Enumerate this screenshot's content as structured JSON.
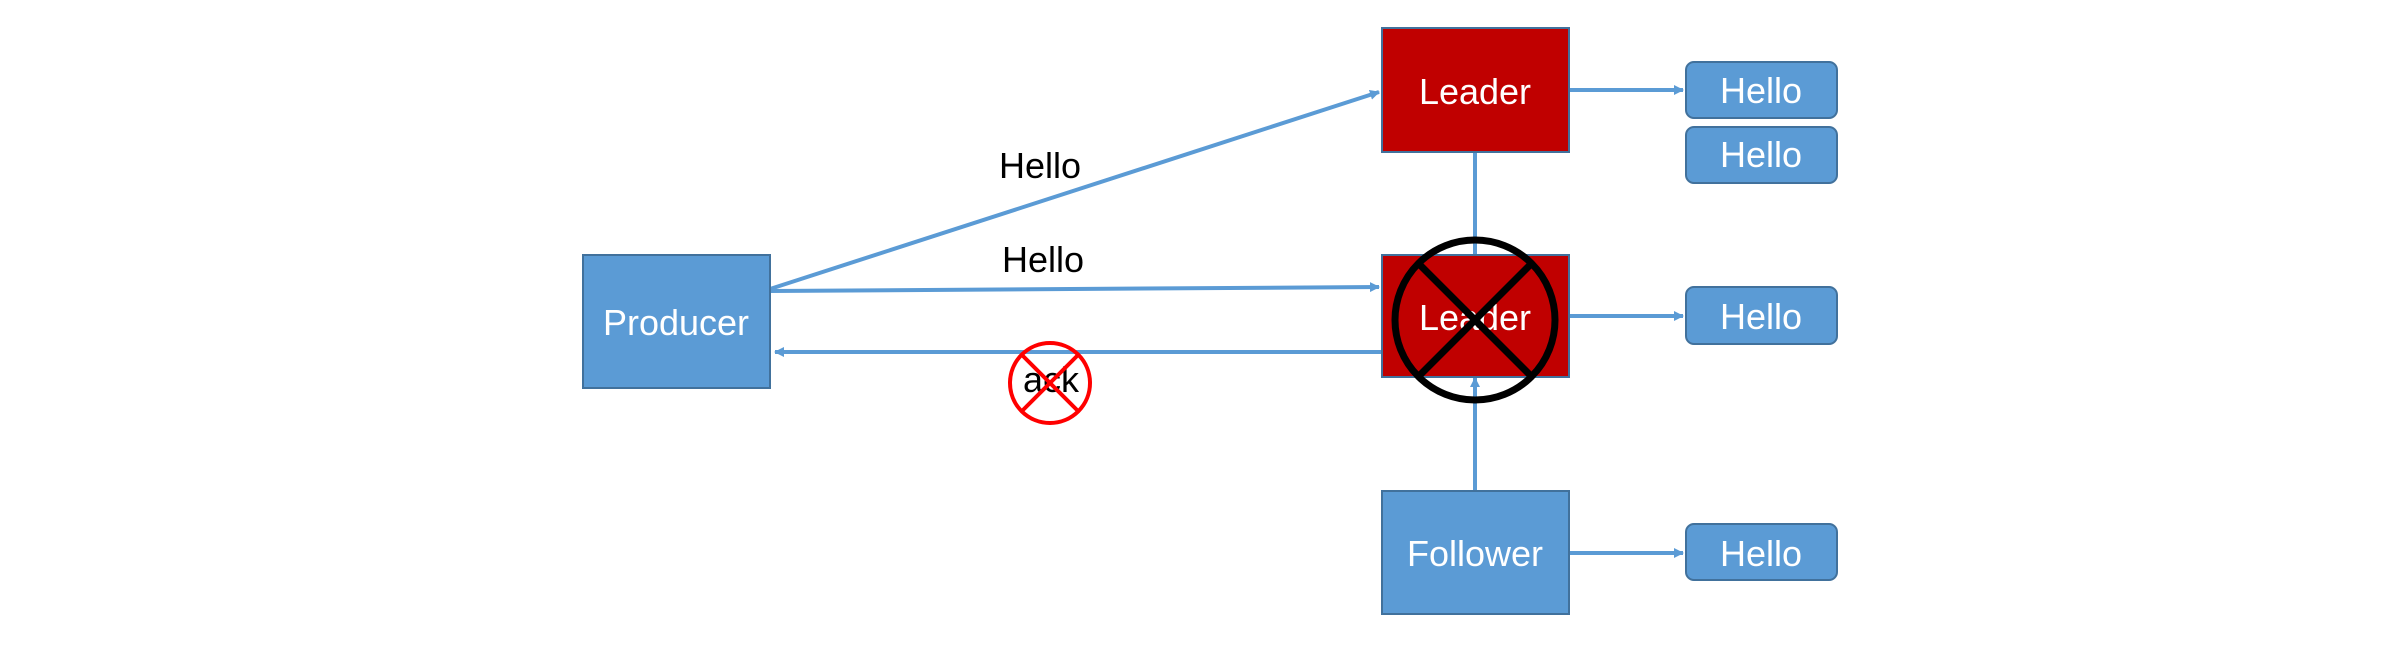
{
  "nodes": {
    "producer": "Producer",
    "leader_new": "Leader",
    "leader_old": "Leader",
    "follower": "Follower"
  },
  "messages": {
    "msg_leader_new_1": "Hello",
    "msg_leader_new_2": "Hello",
    "msg_leader_old": "Hello",
    "msg_follower": "Hello"
  },
  "edges": {
    "producer_to_leader_new": "Hello",
    "producer_to_leader_old": "Hello",
    "ack": "ack"
  },
  "colors": {
    "blue": "#5b9bd5",
    "blue_border": "#41719c",
    "red": "#c00000",
    "red_border": "#8b0000",
    "arrow": "#5b9bd5",
    "cross_black": "#000000",
    "cross_red": "#ff0000"
  }
}
